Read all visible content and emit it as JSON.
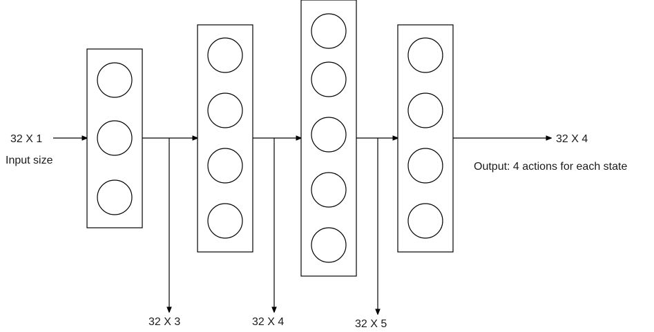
{
  "input": {
    "shape": "32 X 1",
    "caption": "Input size"
  },
  "output": {
    "shape": "32 X 4",
    "caption": "Output: 4 actions for each state"
  },
  "taps": [
    "32 X 3",
    "32 X 4",
    "32 X 5"
  ],
  "layers": [
    {
      "nodes": 3
    },
    {
      "nodes": 4
    },
    {
      "nodes": 5
    },
    {
      "nodes": 4
    }
  ]
}
